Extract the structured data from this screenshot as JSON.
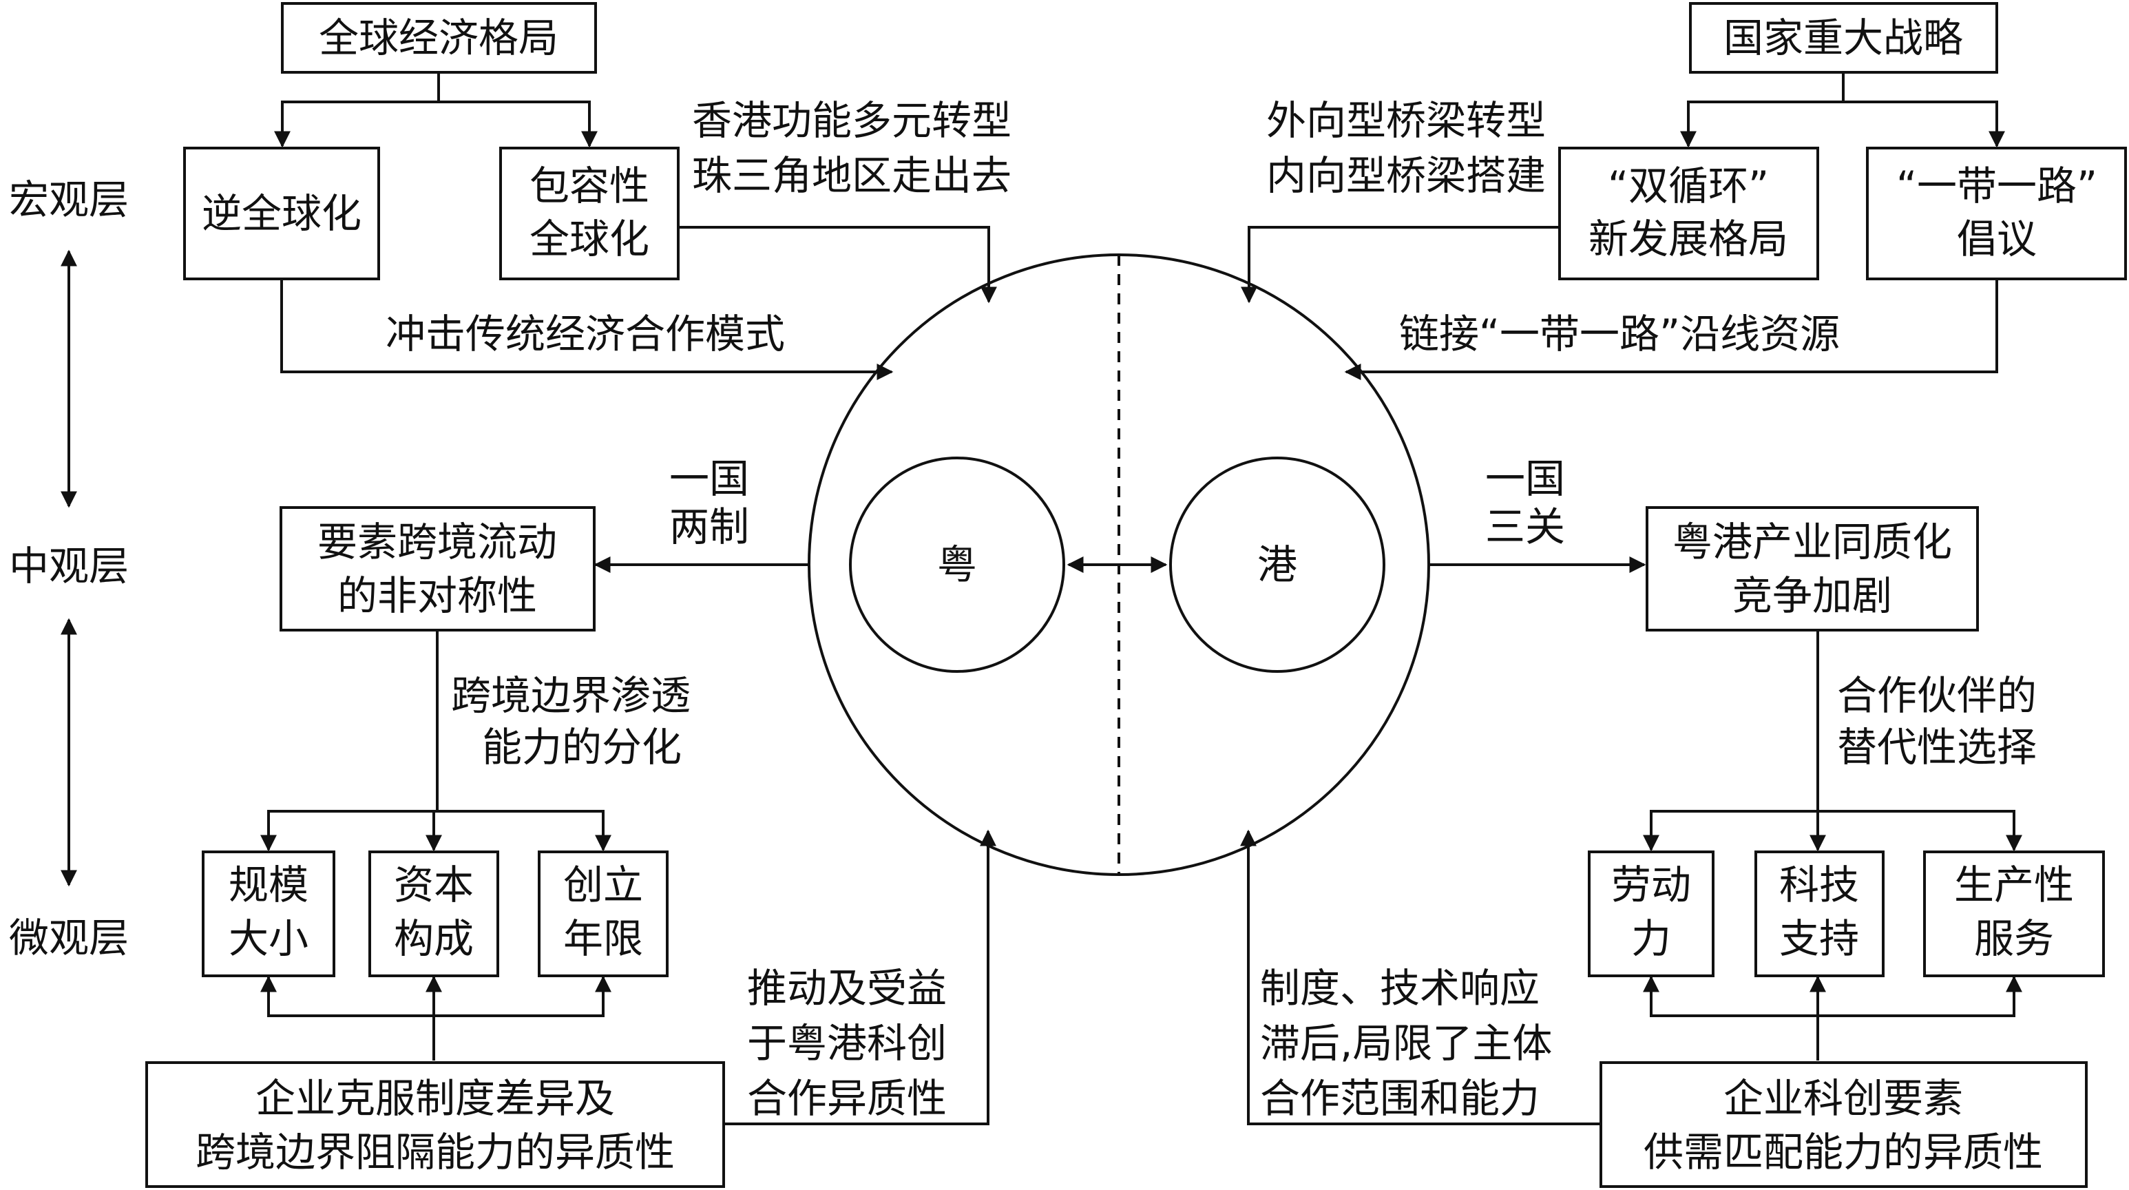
{
  "levels": {
    "macro": "宏观层",
    "meso": "中观层",
    "micro": "微观层"
  },
  "top_left": {
    "root": "全球经济格局",
    "deglobal": "逆全球化",
    "inclusive": [
      "包容性",
      "全球化"
    ],
    "function_lines": [
      "香港功能多元转型",
      "珠三角地区走出去"
    ],
    "impact": "冲击传统经济合作模式"
  },
  "top_right": {
    "root": "国家重大战略",
    "bridge_lines": [
      "外向型桥梁转型",
      "内向型桥梁搭建"
    ],
    "dual": [
      "“双循环”",
      "新发展格局"
    ],
    "belt": [
      "“一带一路”",
      "倡议"
    ],
    "link": "链接“一带一路”沿线资源"
  },
  "center": {
    "yue": "粤",
    "gang": "港"
  },
  "middle_left": {
    "policy": [
      "一国",
      "两制"
    ],
    "asym": [
      "要素跨境流动",
      "的非对称性"
    ],
    "divide": [
      "跨境边界渗透",
      "能力的分化"
    ],
    "firm_boxes": [
      [
        "规模",
        "大小"
      ],
      [
        "资本",
        "构成"
      ],
      [
        "创立",
        "年限"
      ]
    ],
    "promote": [
      "推动及受益",
      "于粤港科创",
      "合作异质性"
    ],
    "bottom": [
      "企业克服制度差异及",
      "跨境边界阻隔能力的异质性"
    ]
  },
  "middle_right": {
    "policy": [
      "一国",
      "三关"
    ],
    "homog": [
      "粤港产业同质化",
      "竞争加剧"
    ],
    "partner": [
      "合作伙伴的",
      "替代性选择"
    ],
    "factor_boxes": [
      [
        "劳动",
        "力"
      ],
      [
        "科技",
        "支持"
      ],
      [
        "生产性",
        "服务"
      ]
    ],
    "lag": [
      "制度、技术响应",
      "滞后,局限了主体",
      "合作范围和能力"
    ],
    "bottom": [
      "企业科创要素",
      "供需匹配能力的异质性"
    ]
  }
}
